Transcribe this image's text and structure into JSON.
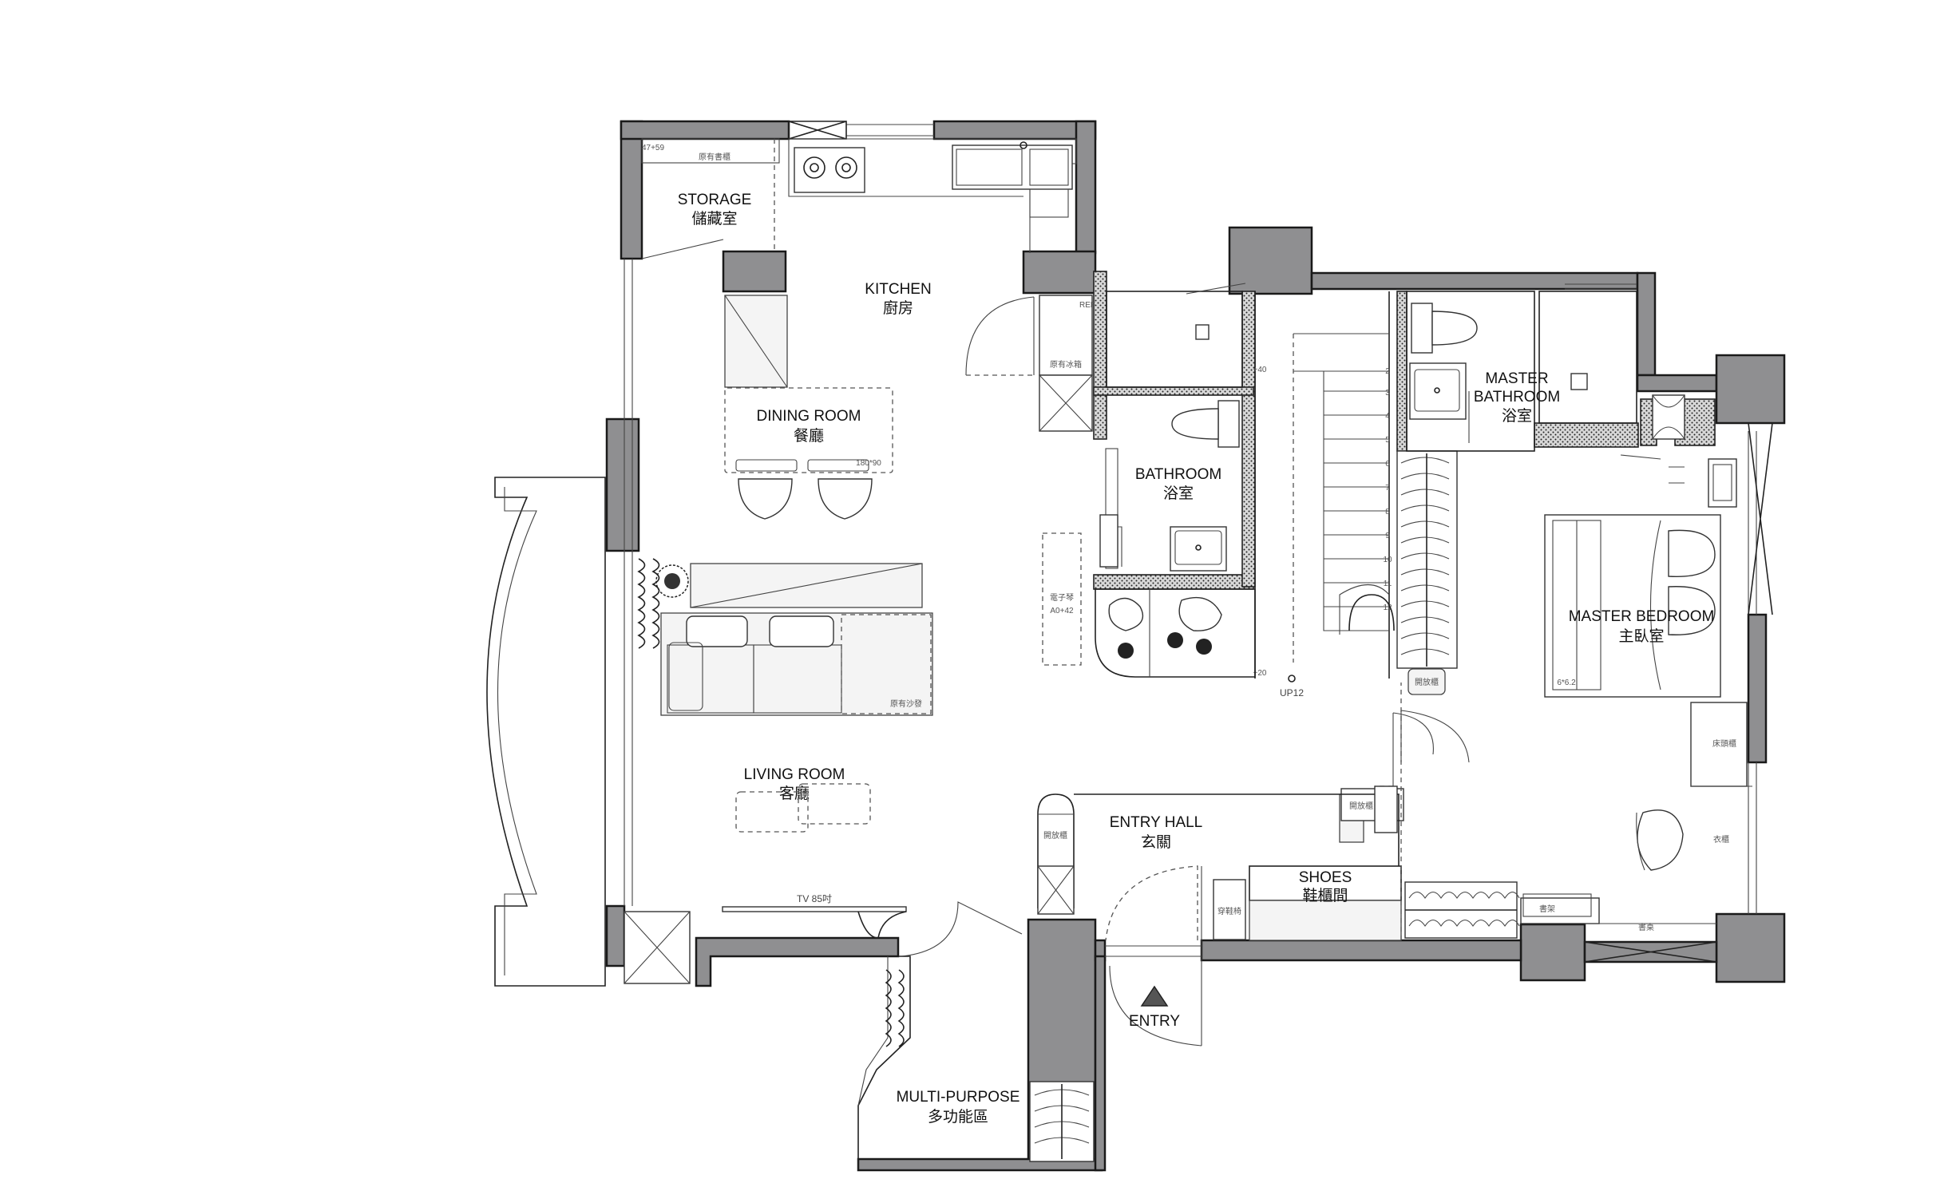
{
  "rooms": {
    "storage": {
      "en": "STORAGE",
      "zh": "儲藏室"
    },
    "kitchen": {
      "en": "KITCHEN",
      "zh": "廚房"
    },
    "dining": {
      "en": "DINING ROOM",
      "zh": "餐廳"
    },
    "bathroom": {
      "en": "BATHROOM",
      "zh": "浴室"
    },
    "master_bathroom": {
      "en1": "MASTER",
      "en2": "BATHROOM",
      "zh": "浴室"
    },
    "master_bedroom": {
      "en": "MASTER BEDROOM",
      "zh": "主臥室"
    },
    "living": {
      "en": "LIVING ROOM",
      "zh": "客廳"
    },
    "entry_hall": {
      "en": "ENTRY HALL",
      "zh": "玄關"
    },
    "shoes": {
      "en": "SHOES",
      "zh": "鞋櫃間"
    },
    "multipurpose": {
      "en": "MULTI-PURPOSE",
      "zh": "多功能區"
    }
  },
  "annotations": {
    "entry": "ENTRY",
    "up12": "UP12",
    "tv": "TV 85吋",
    "sofa": "原有沙發",
    "fridge": "原有冰箱",
    "ref": "REF",
    "storage_cab": "原有書櫃",
    "storage_dim": "47+59",
    "dining_dim": "180*90",
    "piano": "電子琴",
    "piano_dim": "A0+42",
    "bed_dim": "6*6.2",
    "nightstand": "床頭櫃",
    "desk": "書桌",
    "bookshelf": "書架",
    "wardrobe": "衣櫃",
    "open_cab": "開放櫃",
    "shoe_bench": "穿鞋椅",
    "mirror": "開放櫃",
    "level_40": "+40",
    "level_20": "+20"
  },
  "stairs": [
    "2",
    "3",
    "4",
    "5",
    "6",
    "7",
    "8",
    "9",
    "10",
    "11",
    "12"
  ],
  "colors": {
    "wall": "#8f8f91",
    "line": "#222222",
    "background": "#ffffff"
  }
}
